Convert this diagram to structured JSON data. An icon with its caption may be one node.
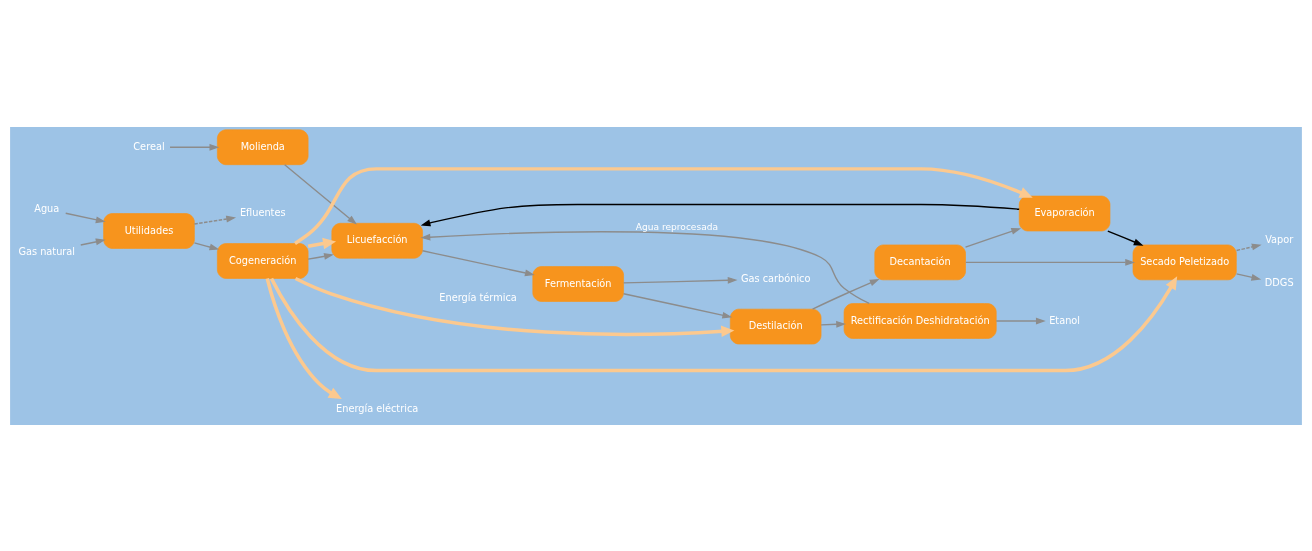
{
  "diagram": {
    "nodes": [
      {
        "text": [
          "Cereal"
        ]
      },
      {
        "text": [
          "Molienda"
        ]
      },
      {
        "text": [
          "Licuefacción"
        ]
      },
      {
        "text": [
          "Fermentación"
        ]
      },
      {
        "text": [
          "Destilación"
        ]
      },
      {
        "text": [
          "Rectificación Deshidratación"
        ]
      },
      {
        "text": [
          "Etanol"
        ]
      },
      {
        "text": [
          "Gas carbónico"
        ]
      },
      {
        "text": [
          "Agua"
        ]
      },
      {
        "text": [
          "Utilidades"
        ]
      },
      {
        "text": [
          "Cogeneración"
        ]
      },
      {
        "text": [
          "Evaporación"
        ]
      },
      {
        "text": [
          "Decantación"
        ]
      },
      {
        "text": [
          "Secado Peletizado"
        ]
      },
      {
        "text": [
          "Vapor"
        ]
      },
      {
        "text": [
          "DDGS"
        ]
      },
      {
        "text": [
          "Efluentes"
        ]
      },
      {
        "text": [
          "Gas natural"
        ]
      },
      {
        "text": [
          "Energía eléctrica"
        ]
      }
    ],
    "edges": [
      {
        "from": 0,
        "to": 1,
        "arrow": "to"
      },
      {
        "from": 1,
        "to": 2,
        "arrow": "to"
      },
      {
        "from": 2,
        "to": 3,
        "arrow": "to"
      },
      {
        "from": 3,
        "to": 4,
        "arrow": "to"
      },
      {
        "from": 4,
        "to": 5,
        "arrow": "to"
      },
      {
        "from": 5,
        "to": 6,
        "arrow": "to"
      },
      {
        "from": 3,
        "to": 7,
        "arrow": "to"
      },
      {
        "from": 8,
        "to": 9,
        "arrow": "to"
      },
      {
        "from": 9,
        "to": 10,
        "arrow": "to"
      },
      {
        "from": 17,
        "to": 9,
        "arrow": "to"
      },
      {
        "from": 9,
        "to": 16,
        "arrow": "to",
        "style": "dashed"
      },
      {
        "from": 4,
        "to": 12,
        "arrow": "to"
      },
      {
        "from": 12,
        "to": 11,
        "arrow": "to"
      },
      {
        "from": 12,
        "to": 13,
        "arrow": "to"
      },
      {
        "from": 13,
        "to": 15,
        "arrow": "to"
      },
      {
        "from": 13,
        "to": 14,
        "arrow": "to",
        "style": "dashed"
      },
      {
        "from": 11,
        "to": 13,
        "arrow": "to",
        "color": "#000000"
      },
      {
        "from": 5,
        "to": 2,
        "arrow": "to",
        "label": "Agua reprocesada"
      },
      {
        "from": 11,
        "to": 2,
        "arrow": "to",
        "color": "#000000"
      },
      {
        "from": 10,
        "to": 2,
        "arrow": "to"
      },
      {
        "from": 10,
        "to": 2,
        "arrow": "to",
        "style": "thick",
        "color": "#fcc98f"
      },
      {
        "from": 10,
        "to": 4,
        "arrow": "to",
        "style": "thick",
        "color": "#fcc98f"
      },
      {
        "from": 10,
        "to": 11,
        "arrow": "to",
        "style": "thick",
        "color": "#fcc98f"
      },
      {
        "from": 10,
        "to": 13,
        "arrow": "to",
        "style": "thick",
        "color": "#fcc98f"
      },
      {
        "from": 10,
        "to": 18,
        "arrow": "to",
        "style": "thick",
        "color": "#fcc98f"
      }
    ],
    "labels": [
      "Energía térmica"
    ]
  }
}
